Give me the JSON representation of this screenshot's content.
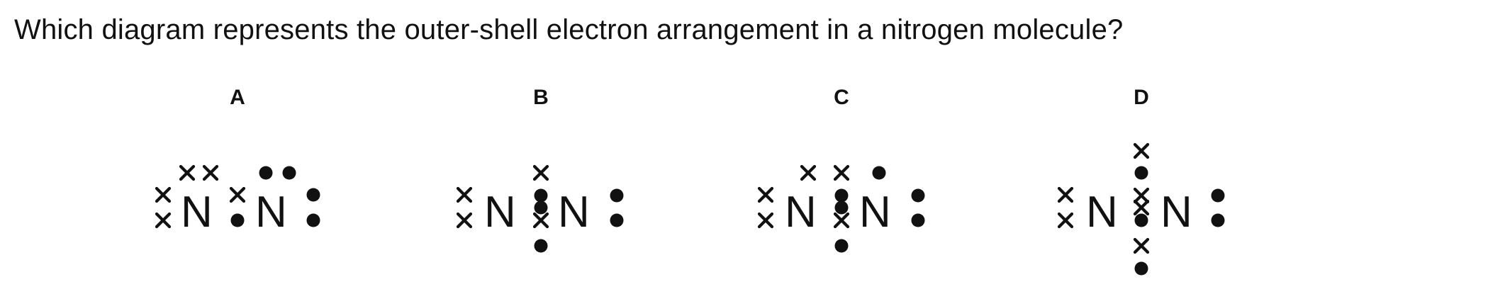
{
  "question": {
    "text": "Which diagram represents the outer-shell electron arrangement in a nitrogen molecule?"
  },
  "options": [
    {
      "label": "A",
      "atom_left": "N",
      "atom_right": "N"
    },
    {
      "label": "B",
      "atom_left": "N",
      "atom_right": "N"
    },
    {
      "label": "C",
      "atom_left": "N",
      "atom_right": "N"
    },
    {
      "label": "D",
      "atom_left": "N",
      "atom_right": "N"
    }
  ],
  "legend": {
    "cross_icon": "cross-electron-icon",
    "dot_icon": "dot-electron-icon"
  },
  "colors": {
    "ink": "#111111",
    "background": "#ffffff"
  }
}
